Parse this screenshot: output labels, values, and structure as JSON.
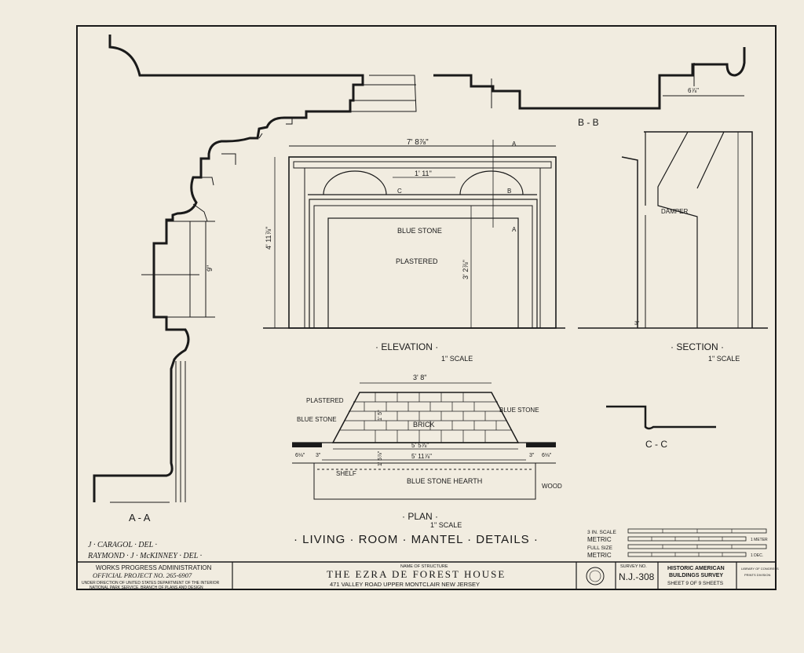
{
  "views": {
    "aa": "A - A",
    "bb": "B - B",
    "cc": "C - C",
    "elevation": "· ELEVATION ·",
    "elevation_scale": "1\" SCALE",
    "section": "· SECTION ·",
    "section_scale": "1\" SCALE",
    "plan": "· PLAN ·",
    "plan_scale": "1\" SCALE"
  },
  "dims": {
    "elev_width": "7' 8⅞\"",
    "elev_inner": "1' 11\"",
    "elev_height": "4' 11⅞\"",
    "opening_height": "3' 2⅞\"",
    "aa_height": "9\"",
    "bb_depth": "6⅞\"",
    "section_small": "3\"",
    "plan_top": "3' 8\"",
    "plan_mid": "5' 5⅞\"",
    "plan_bottom": "5' 11⅞\"",
    "plan_left": "6⅛\"",
    "plan_left2": "3\"",
    "plan_right": "3\"",
    "plan_right2": "6⅛\"",
    "plan_depth": "1' 5\"",
    "plan_depth2": "1' 5⅞\""
  },
  "markers": {
    "a": "A",
    "b": "B",
    "c": "C"
  },
  "notes": {
    "blue_stone": "BLUE STONE",
    "plastered": "PLASTERED",
    "damper": "DAMPER",
    "plan_plastered": "PLASTERED",
    "plan_blue_left": "BLUE STONE",
    "plan_blue_right": "BLUE STONE",
    "brick": "BRICK",
    "shelf": "SHELF",
    "hearth": "BLUE STONE HEARTH",
    "wood": "WOOD"
  },
  "drawing_title": "· LIVING · ROOM · MANTEL · DETAILS ·",
  "delineators": [
    "J · CARAGOL · DEL ·",
    "RAYMOND · J · McKINNEY · DEL ·"
  ],
  "scale_bar": {
    "inch_scale": "3 IN. SCALE",
    "full_size": "FULL SIZE",
    "metric_1": "METRIC",
    "metric_2": "METRIC",
    "unit_1": "1 METER",
    "unit_2": "1 DEC."
  },
  "title_block": {
    "wpa_1": "WORKS PROGRESS ADMINISTRATION",
    "wpa_2": "OFFICIAL PROJECT NO. 265-6907",
    "wpa_3": "UNDER DIRECTION OF UNITED STATES DEPARTMENT OF THE INTERIOR",
    "wpa_4": "NATIONAL PARK SERVICE, BRANCH OF PLANS AND DESIGN",
    "name_caption": "NAME OF STRUCTURE",
    "name": "THE EZRA DE FOREST HOUSE",
    "address": "471 VALLEY ROAD  UPPER MONTCLAIR  NEW JERSEY",
    "survey_caption": "SURVEY NO.",
    "survey_no": "N.J.-308",
    "habs_1": "HISTORIC AMERICAN",
    "habs_2": "BUILDINGS SURVEY",
    "sheet": "SHEET 9 OF 9 SHEETS",
    "loc_1": "LIBRARY OF CONGRESS",
    "loc_2": "PRINTS DIVISION"
  }
}
